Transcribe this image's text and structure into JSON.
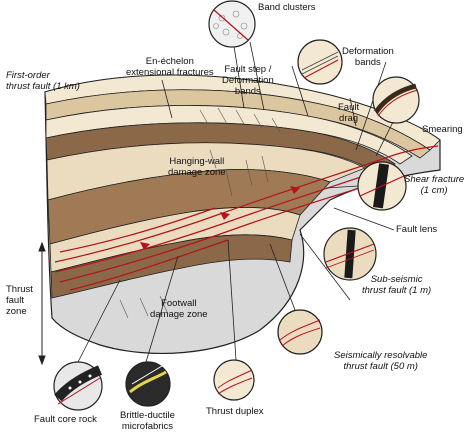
{
  "title_first_order": "First-order\nthrust fault (1 km)",
  "labels": {
    "en_echelon": "En-échelon\nextensional fractures",
    "band_clusters": "Band clusters",
    "deformation_bands": "Deformation\nbands",
    "fault_step": "Fault step /\nDeformation\nbands",
    "fault_drag": "Fault\ndrag",
    "smearing": "Smearing",
    "hanging_wall": "Hanging-wall\ndamage zone",
    "shear_fracture": "Shear fracture\n(1 cm)",
    "fault_lens": "Fault lens",
    "sub_seismic": "Sub-seismic\nthrust fault (1 m)",
    "footwall": "Footwall\ndamage zone",
    "thrust_fault_zone": "Thrust\nfault\nzone",
    "seismically_resolvable": "Seismically resolvable\nthrust fault (50 m)",
    "fault_core_rock": "Fault core rock",
    "brittle_ductile": "Brittle-ductile\nmicrofabrics",
    "thrust_duplex": "Thrust duplex"
  },
  "colors": {
    "fault_red": "#b5121b",
    "dark_brown": "#8b6848",
    "mid_brown": "#a07a55",
    "tan": "#e9d9bd",
    "light_tan": "#f3e8d2",
    "grey_wall": "#d4d4d4",
    "outline": "#222222"
  }
}
